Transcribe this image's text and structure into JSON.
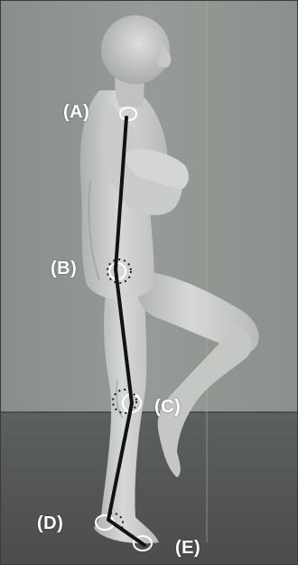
{
  "figure": {
    "labels": {
      "a": "(A)",
      "b": "(B)",
      "c": "(C)",
      "d": "(D)",
      "e": "(E)"
    },
    "colors": {
      "wall": "#8f938f",
      "floor": "#545756",
      "figure": "#cfd2cf",
      "line": "#121212",
      "marker": "#ffffff"
    }
  }
}
